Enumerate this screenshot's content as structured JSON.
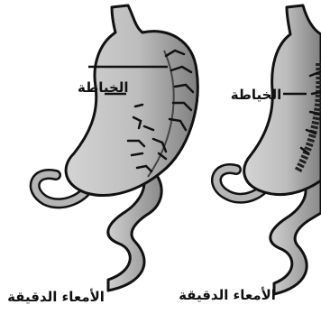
{
  "figure": {
    "left_panel": {
      "suture_label": "الخياطة",
      "intestine_label": "الأمعاء الدقيقة"
    },
    "right_panel": {
      "suture_label": "الخياطة",
      "intestine_label": "الأمعاء الدقيقة"
    }
  },
  "colors": {
    "organ_fill": "#b9b9b9",
    "organ_outline": "#111111",
    "background": "#ffffff"
  }
}
